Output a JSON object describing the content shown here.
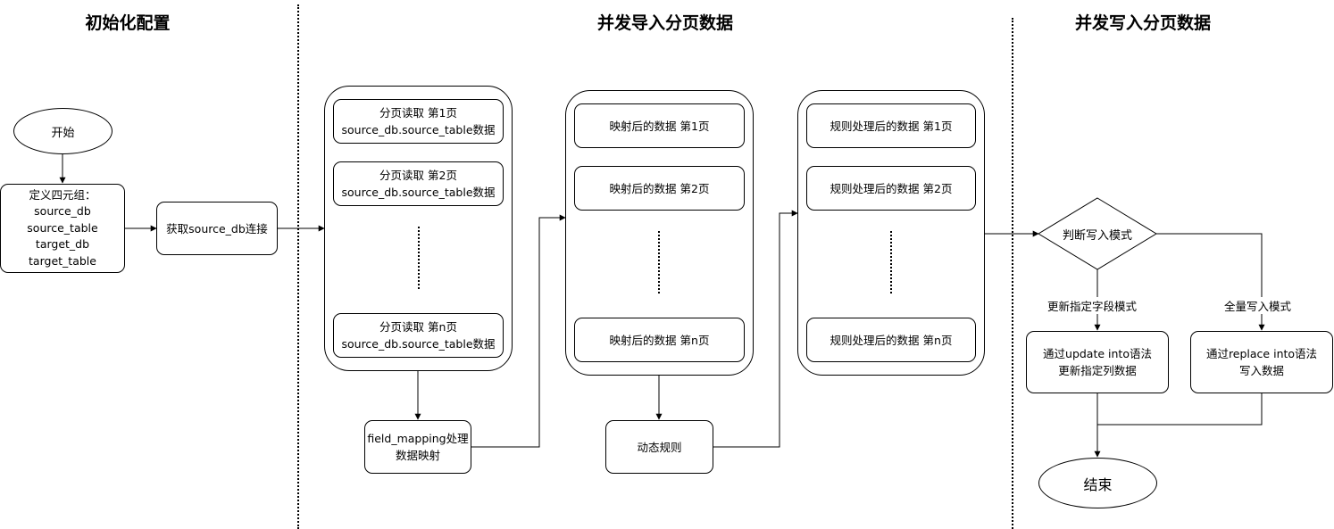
{
  "sections": {
    "init": "初始化配置",
    "import": "并发导入分页数据",
    "write": "并发写入分页数据"
  },
  "start_label": "开始",
  "define_box": {
    "title": "定义四元组：",
    "items": [
      "source_db",
      "source_table",
      "target_db",
      "target_table"
    ]
  },
  "connect_box": "获取source_db连接",
  "read_group": {
    "items": [
      [
        "分页读取 第1页",
        "source_db.source_table数据"
      ],
      [
        "分页读取 第2页",
        "source_db.source_table数据"
      ],
      [
        "分页读取 第n页",
        "source_db.source_table数据"
      ]
    ]
  },
  "field_mapping_box": [
    "field_mapping处理",
    "数据映射"
  ],
  "mapped_group": {
    "items": [
      "映射后的数据  第1页",
      "映射后的数据  第2页",
      "映射后的数据  第n页"
    ]
  },
  "dynamic_rule_box": "动态规则",
  "rule_group": {
    "items": [
      "规则处理后的数据  第1页",
      "规则处理后的数据  第2页",
      "规则处理后的数据  第n页"
    ]
  },
  "decision": "判断写入模式",
  "branch_labels": {
    "left": "更新指定字段模式",
    "right": "全量写入模式"
  },
  "update_box": [
    "通过update into语法",
    "更新指定列数据"
  ],
  "replace_box": [
    "通过replace into语法",
    "写入数据"
  ],
  "end_label": "结束"
}
